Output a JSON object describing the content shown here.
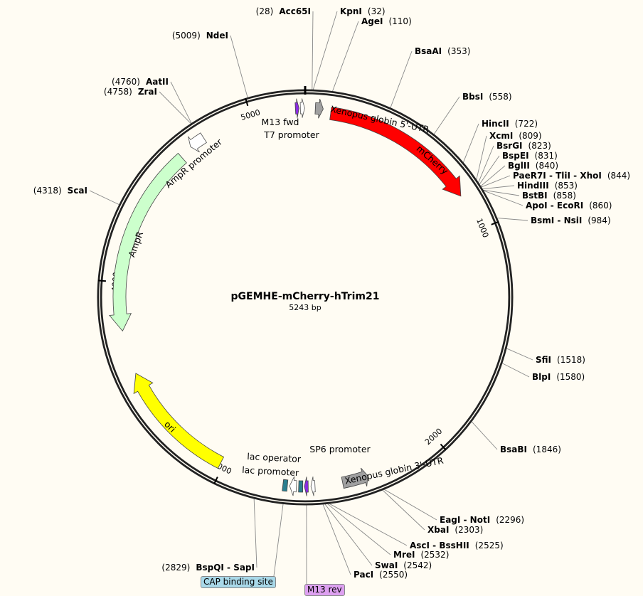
{
  "plasmid": {
    "name": "pGEMHE-mCherry-hTrim21",
    "length_label": "5243 bp",
    "length": 5243
  },
  "ticks": [
    {
      "bp": 1000,
      "label": "1000"
    },
    {
      "bp": 2000,
      "label": "2000"
    },
    {
      "bp": 3000,
      "label": "3000"
    },
    {
      "bp": 4000,
      "label": "4000"
    },
    {
      "bp": 5000,
      "label": "5000"
    }
  ],
  "features": [
    {
      "name": "mCherry",
      "start": 115,
      "end": 830,
      "dir": 1,
      "color": "#ff0000",
      "label_inside": true
    },
    {
      "name": "Xenopus globin 5'-UTR",
      "start": 45,
      "end": 80,
      "dir": 1,
      "color": "#a0a0a0"
    },
    {
      "name": "T7 promoter",
      "start": 5222,
      "end": 5241,
      "dir": 1,
      "color": "#ffffff"
    },
    {
      "name": "M13 fwd",
      "start": 5200,
      "end": 5216,
      "dir": 1,
      "color": "#8a2be2"
    },
    {
      "name": "AmpR promoter",
      "start": 4700,
      "end": 4770,
      "dir": -1,
      "color": "#ffffff"
    },
    {
      "name": "AmpR",
      "start": 3780,
      "end": 4640,
      "dir": -1,
      "color": "#ccffcc"
    },
    {
      "name": "ori",
      "start": 3015,
      "end": 3580,
      "dir": 1,
      "color": "#ffff00"
    },
    {
      "name": "Xenopus globin 3'-UTR",
      "start": 2455,
      "end": 2340,
      "dir": -1,
      "color": "#a0a0a0"
    },
    {
      "name": "SP6 promoter",
      "start": 2578,
      "end": 2596,
      "dir": 1,
      "color": "#ffffff"
    },
    {
      "name": "M13 rev",
      "start": 2608,
      "end": 2625,
      "dir": 1,
      "color": "#8a2be2"
    },
    {
      "name": "lac operator",
      "start": 2632,
      "end": 2650,
      "dir": 0,
      "color": "#2b7f8f"
    },
    {
      "name": "lac promoter",
      "start": 2660,
      "end": 2690,
      "dir": 1,
      "color": "#ffffff"
    },
    {
      "name": "CAP binding site",
      "start": 2700,
      "end": 2720,
      "dir": 0,
      "color": "#2b7f8f"
    }
  ],
  "enzymes": [
    {
      "name": "Acc65I",
      "pos": "(28)",
      "bp": 28
    },
    {
      "name": "KpnI",
      "pos": "(32)",
      "bp": 32
    },
    {
      "name": "AgeI",
      "pos": "(110)",
      "bp": 110
    },
    {
      "name": "BsaAI",
      "pos": "(353)",
      "bp": 353
    },
    {
      "name": "BbsI",
      "pos": "(558)",
      "bp": 558
    },
    {
      "name": "HincII",
      "pos": "(722)",
      "bp": 722
    },
    {
      "name": "XcmI",
      "pos": "(809)",
      "bp": 809
    },
    {
      "name": "BsrGI",
      "pos": "(823)",
      "bp": 823
    },
    {
      "name": "BspEI",
      "pos": "(831)",
      "bp": 831
    },
    {
      "name": "BglII",
      "pos": "(840)",
      "bp": 840
    },
    {
      "name": "PaeR7I - TliI - XhoI",
      "pos": "(844)",
      "bp": 844
    },
    {
      "name": "HindIII",
      "pos": "(853)",
      "bp": 853
    },
    {
      "name": "BstBI",
      "pos": "(858)",
      "bp": 858
    },
    {
      "name": "ApoI - EcoRI",
      "pos": "(860)",
      "bp": 860
    },
    {
      "name": "BsmI - NsiI",
      "pos": "(984)",
      "bp": 984
    },
    {
      "name": "SfiI",
      "pos": "(1518)",
      "bp": 1518
    },
    {
      "name": "BlpI",
      "pos": "(1580)",
      "bp": 1580
    },
    {
      "name": "BsaBI",
      "pos": "(1846)",
      "bp": 1846
    },
    {
      "name": "EagI - NotI",
      "pos": "(2296)",
      "bp": 2296
    },
    {
      "name": "XbaI",
      "pos": "(2303)",
      "bp": 2303
    },
    {
      "name": "AscI - BssHII",
      "pos": "(2525)",
      "bp": 2525
    },
    {
      "name": "MreI",
      "pos": "(2532)",
      "bp": 2532
    },
    {
      "name": "SwaI",
      "pos": "(2542)",
      "bp": 2542
    },
    {
      "name": "PacI",
      "pos": "(2550)",
      "bp": 2550
    },
    {
      "name": "BspQI - SapI",
      "pos": "(2829)",
      "bp": 2829
    },
    {
      "name": "ScaI",
      "pos": "(4318)",
      "bp": 4318
    },
    {
      "name": "ZraI",
      "pos": "(4758)",
      "bp": 4758
    },
    {
      "name": "AatII",
      "pos": "(4760)",
      "bp": 4760
    },
    {
      "name": "NdeI",
      "pos": "(5009)",
      "bp": 5009
    }
  ],
  "tags": {
    "cap": "CAP binding site",
    "m13rev": "M13 rev"
  }
}
